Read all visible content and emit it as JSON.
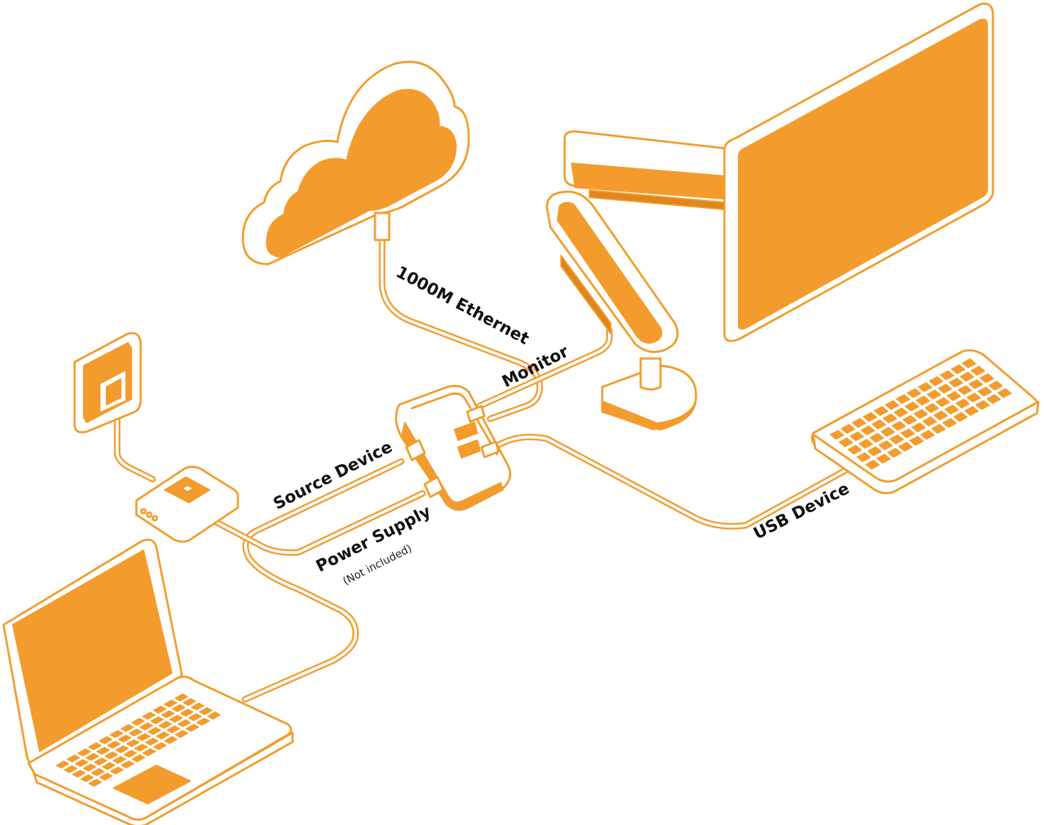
{
  "labels": {
    "ethernet": "1000M Ethernet",
    "monitor": "Monitor",
    "source_device": "Source Device",
    "power_supply": "Power Supply",
    "power_supply_note": "(Not included)",
    "usb_device": "USB Device"
  },
  "colors": {
    "accent": "#f39c2d",
    "accent_dark": "#e0861a",
    "background": "#ffffff",
    "text": "#111111"
  },
  "icons": [
    "cloud-icon",
    "monitor-arm-icon",
    "monitor-icon",
    "keyboard-icon",
    "wall-outlet-icon",
    "power-adapter-icon",
    "extender-hub-icon",
    "laptop-icon"
  ]
}
